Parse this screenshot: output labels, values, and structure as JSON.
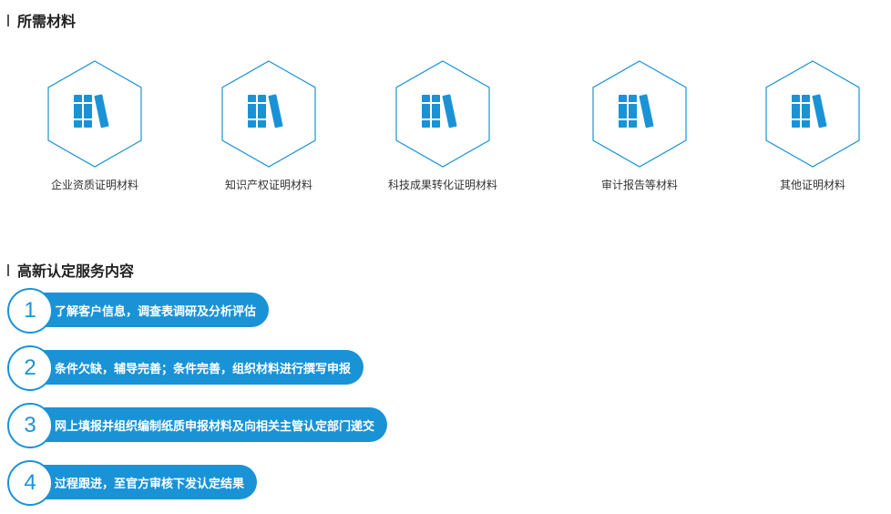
{
  "sections": {
    "materials_title": "所需材料",
    "service_title": "高新认定服务内容"
  },
  "colors": {
    "accent": "#1a93d6",
    "hex_border": "#1a93d6"
  },
  "materials": [
    {
      "label": "企业资质证明材料",
      "icon": "books-icon"
    },
    {
      "label": "知识产权证明材料",
      "icon": "books-icon"
    },
    {
      "label": "科技成果转化证明材料",
      "icon": "books-icon"
    },
    {
      "label": "审计报告等材料",
      "icon": "books-icon"
    },
    {
      "label": "其他证明材料",
      "icon": "books-icon"
    }
  ],
  "steps": [
    {
      "number": "1",
      "text": "了解客户信息，调查表调研及分析评估"
    },
    {
      "number": "2",
      "text": "条件欠缺，辅导完善；条件完善，组织材料进行撰写申报"
    },
    {
      "number": "3",
      "text": "网上填报并组织编制纸质申报材料及向相关主管认定部门递交"
    },
    {
      "number": "4",
      "text": "过程跟进，至官方审核下发认定结果"
    }
  ]
}
